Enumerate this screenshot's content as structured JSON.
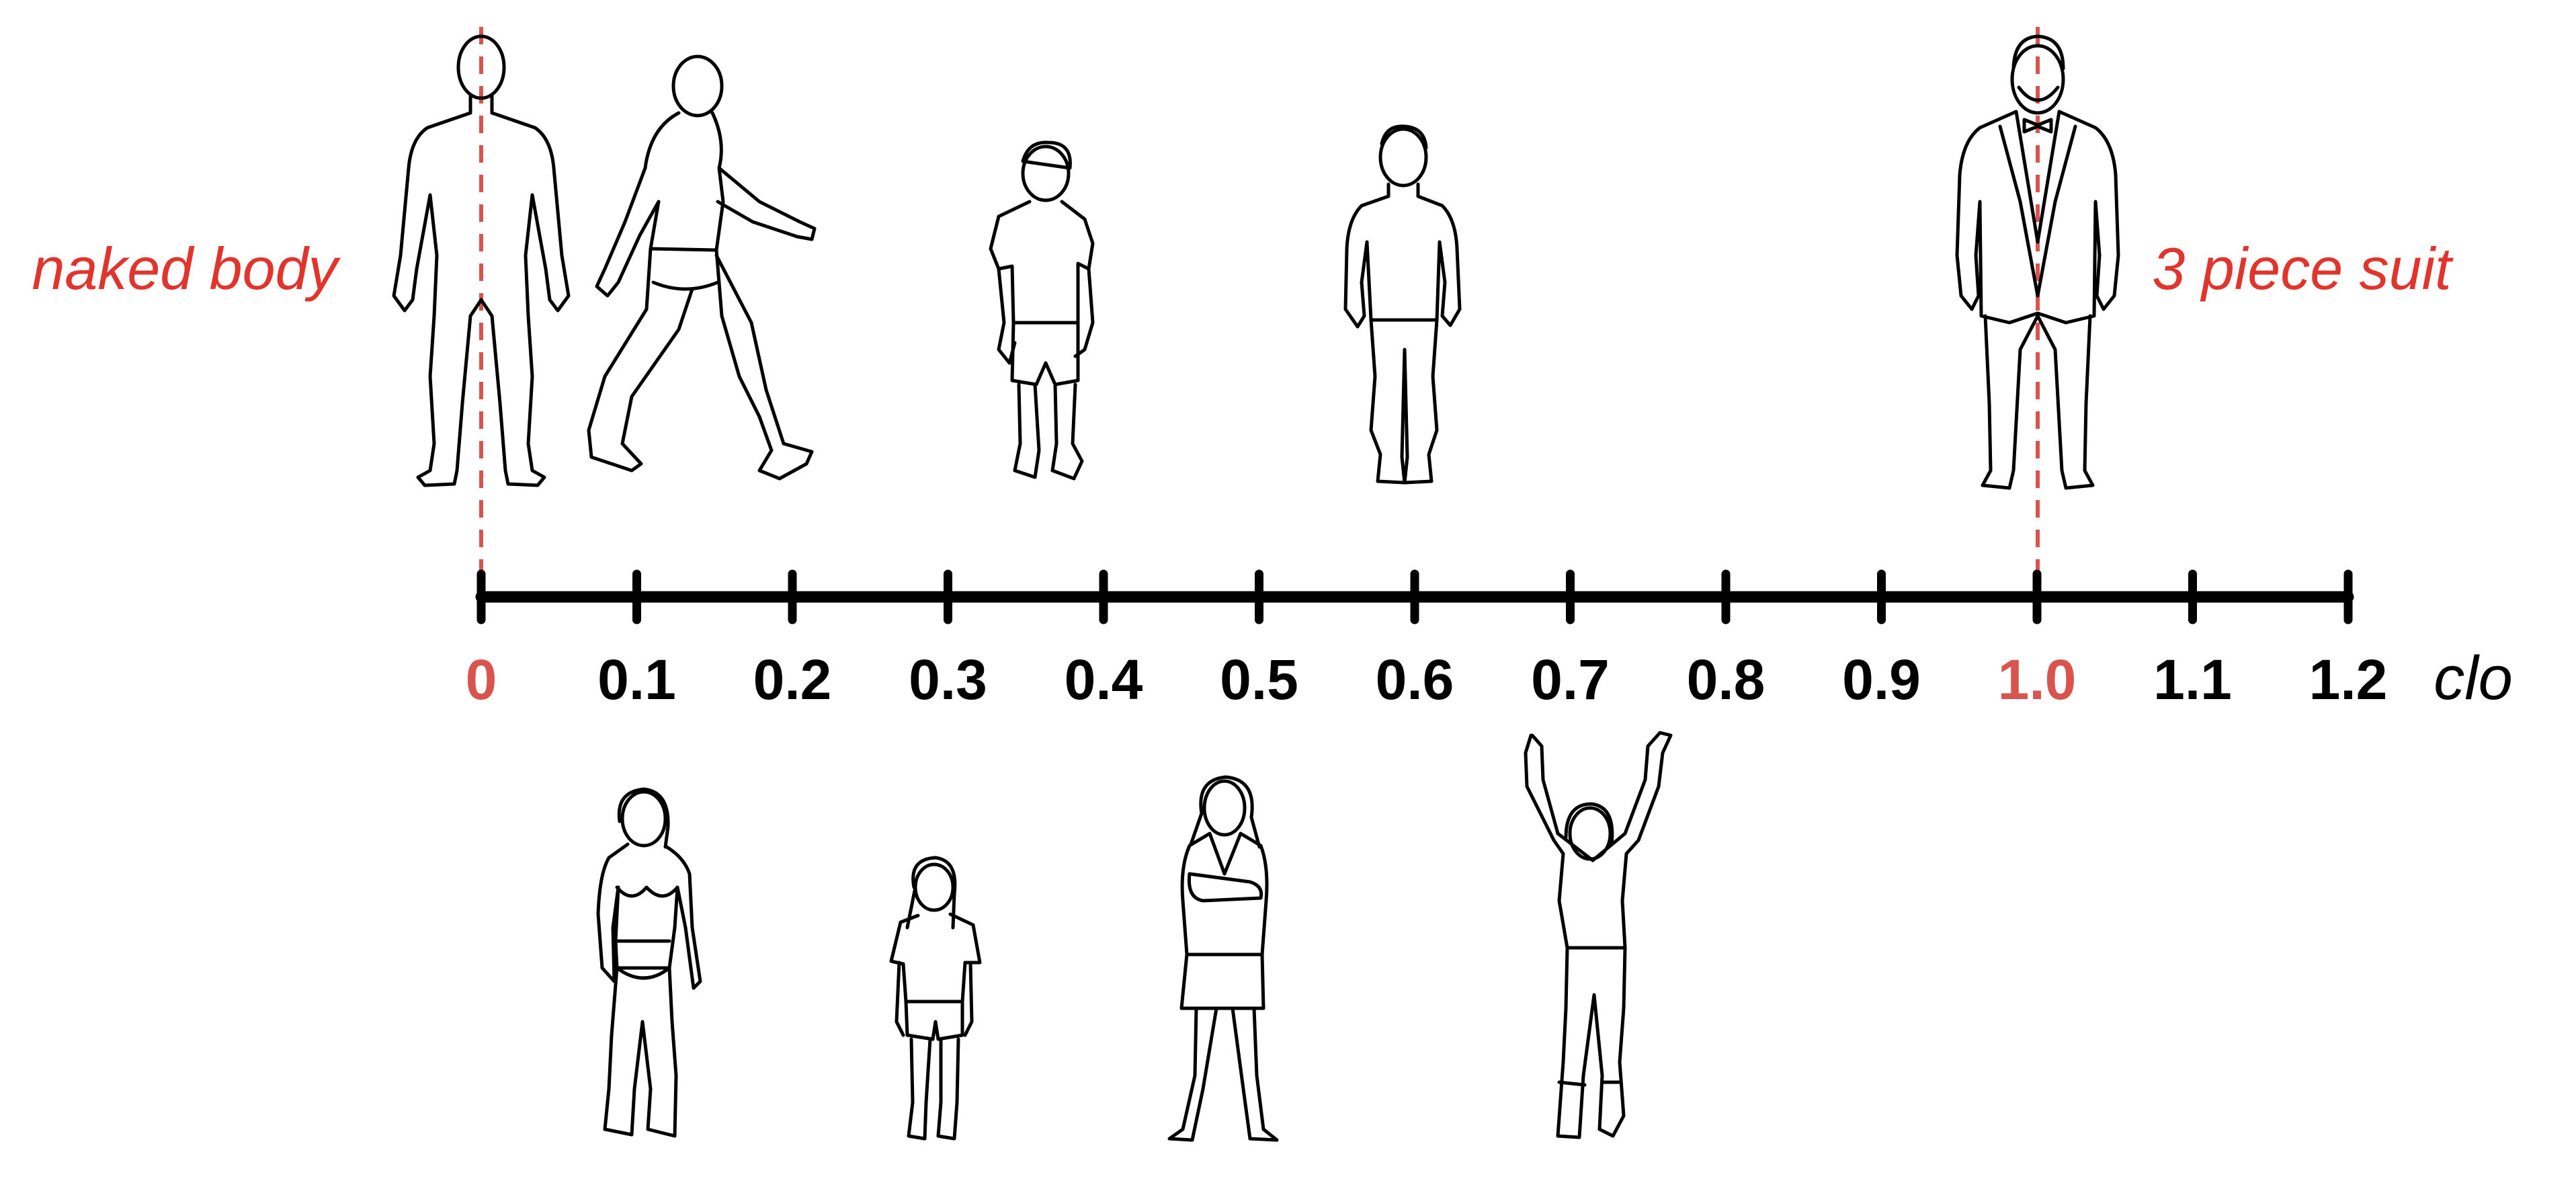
{
  "colors": {
    "accent": "#e0342c",
    "accent_tick": "#d9534f",
    "ink": "#000000"
  },
  "scale": {
    "unit": "clo",
    "ticks": [
      "0",
      "0.1",
      "0.2",
      "0.3",
      "0.4",
      "0.5",
      "0.6",
      "0.7",
      "0.8",
      "0.9",
      "1.0",
      "1.1",
      "1.2"
    ],
    "highlighted_ticks": [
      "0",
      "1.0"
    ],
    "range": [
      0,
      1.2
    ]
  },
  "markers": {
    "left": {
      "label": "naked body",
      "value": 0
    },
    "right": {
      "label": "3 piece suit",
      "value": 1.0
    }
  },
  "figures_top": [
    {
      "icon": "naked-man-icon"
    },
    {
      "icon": "walking-man-underwear-icon"
    },
    {
      "icon": "boy-shorts-tshirt-icon"
    },
    {
      "icon": "boy-long-clothes-icon"
    },
    {
      "icon": "man-suit-bowtie-icon"
    }
  ],
  "figures_bottom": [
    {
      "icon": "woman-lingerie-icon"
    },
    {
      "icon": "girl-shorts-icon"
    },
    {
      "icon": "woman-business-suit-icon"
    },
    {
      "icon": "woman-arms-raised-icon"
    }
  ]
}
